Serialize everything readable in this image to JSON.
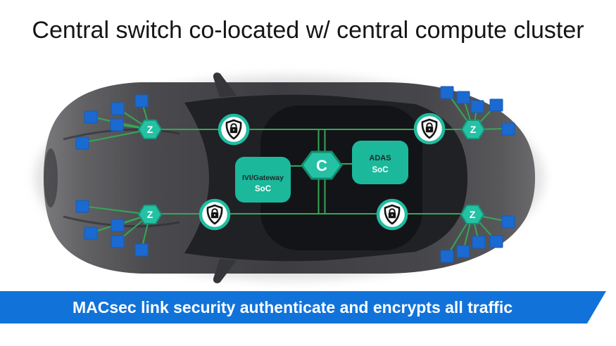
{
  "title": "Central switch co-located w/ central compute cluster",
  "banner": {
    "label": "MACsec link security authenticate and encrypts all traffic",
    "color": "#1173d9"
  },
  "diagram": {
    "central_switch_label": "C",
    "zone_switch_label": "Z",
    "soc_boxes": [
      {
        "id": "ivi-gateway-soc",
        "line1": "IVI/Gateway",
        "line2": "SoC"
      },
      {
        "id": "adas-soc",
        "line1": "ADAS",
        "line2": "SoC"
      }
    ],
    "zone_switch_count": 4,
    "security_shield_count": 4,
    "endpoint_node_count": 20,
    "colors": {
      "node_teal": "#1fbca0",
      "node_border": "#0f8f70",
      "link_green": "#35a756",
      "endpoint_blue": "#1a6ad1"
    }
  }
}
